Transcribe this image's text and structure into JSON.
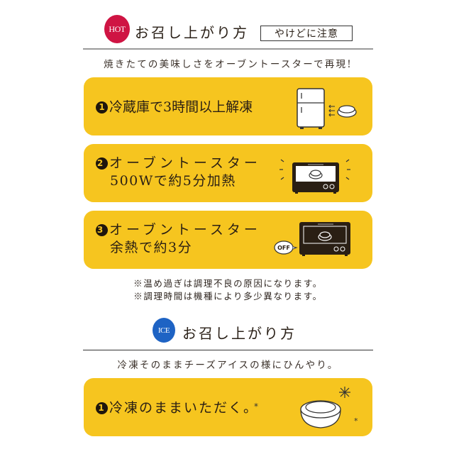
{
  "hot_section": {
    "badge": "HOT",
    "title": "お召し上がり方",
    "warning": "やけどに注意",
    "subtitle": "焼きたての美味しさをオーブントースターで再現!",
    "badge_color": "#cf1443",
    "steps": [
      {
        "number": "1",
        "line1": "冷蔵庫で3時間以上解凍",
        "line2": "",
        "icon": "refrigerator-icon"
      },
      {
        "number": "2",
        "line1": "オーブントースター",
        "line2": "500Wで約5分加熱",
        "icon": "toaster-oven-heating-icon"
      },
      {
        "number": "3",
        "line1": "オーブントースター",
        "line2": "余熱で約3分",
        "icon": "toaster-oven-off-icon",
        "off_label": "OFF"
      }
    ],
    "notes": [
      "※温め過ぎは調理不良の原因になります。",
      "※調理時間は機種により多少異なります。"
    ]
  },
  "ice_section": {
    "badge": "ICE",
    "title": "お召し上がり方",
    "subtitle": "冷凍そのままチーズアイスの様にひんやり。",
    "badge_color": "#1e63c4",
    "steps": [
      {
        "number": "1",
        "line1": "冷凍のままいただく。",
        "icon": "cheesecake-cold-icon"
      }
    ]
  },
  "colors": {
    "card": "#f6c51f",
    "text": "#2a1f14"
  }
}
